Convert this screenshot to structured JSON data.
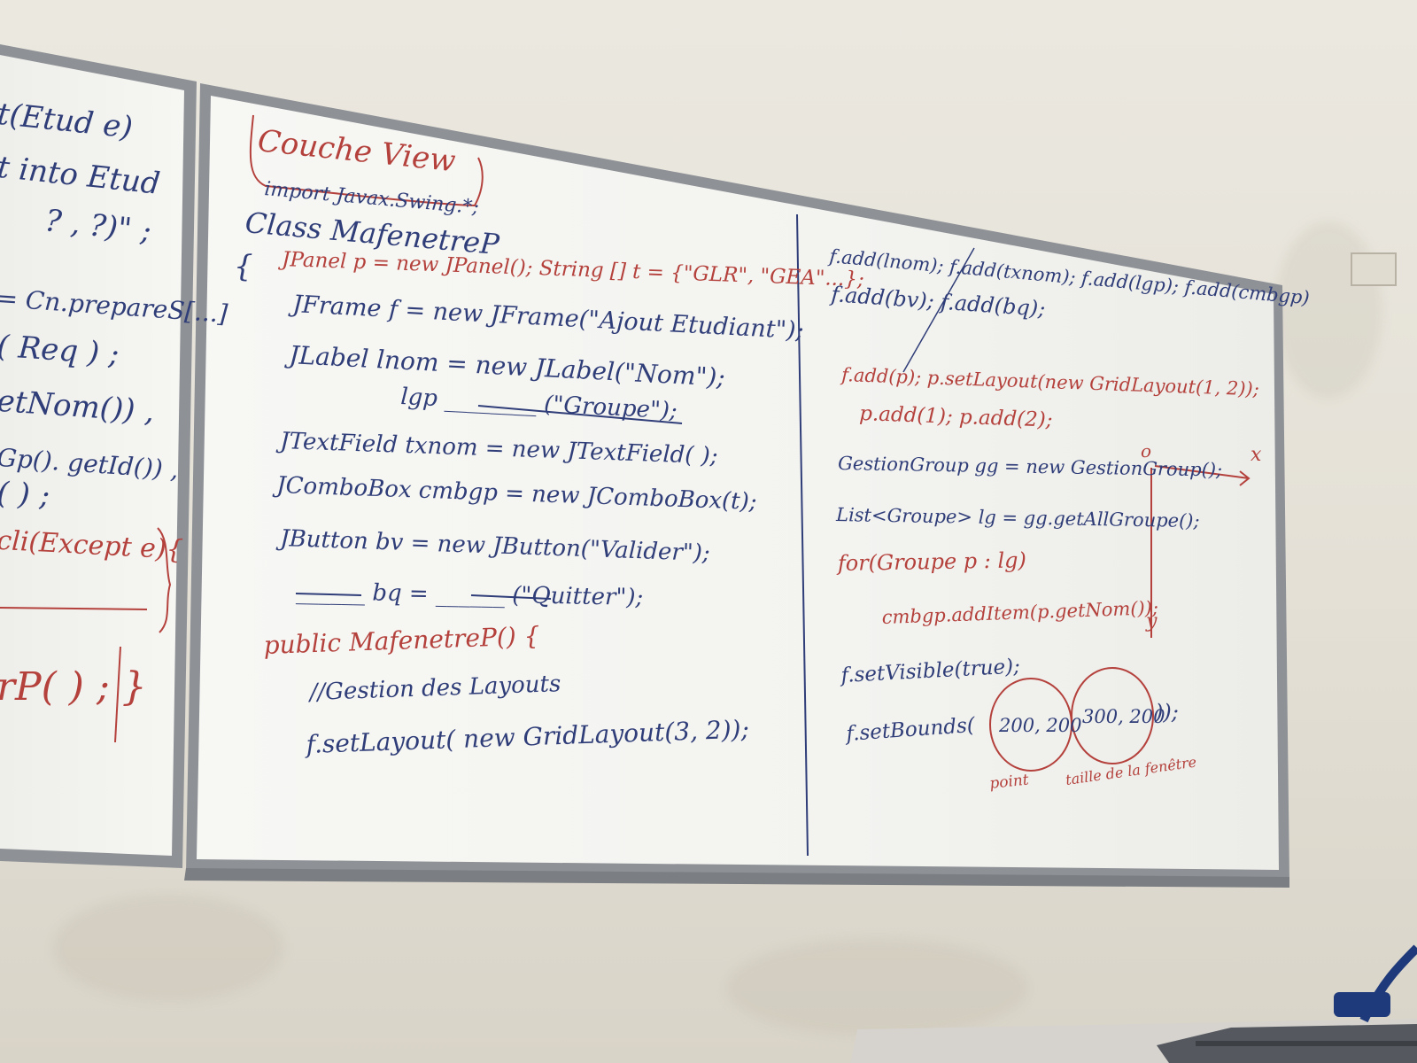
{
  "left_board": {
    "lines": [
      {
        "text": "t(Etud e)",
        "color": "blue"
      },
      {
        "text": "t into Etud",
        "color": "blue"
      },
      {
        "text": "? , ?)\" ;",
        "color": "blue"
      },
      {
        "text": "= Cn.prepareS[...]",
        "color": "blue"
      },
      {
        "text": "( Req ) ;",
        "color": "blue"
      },
      {
        "text": "etNom()) ,",
        "color": "blue"
      },
      {
        "text": "Gp(). getId()) ,",
        "color": "blue"
      },
      {
        "text": "( ) ;",
        "color": "blue"
      },
      {
        "text": "cli(Except e){",
        "color": "red"
      },
      {
        "text": "rP( ) ; }",
        "color": "red"
      }
    ]
  },
  "middle_board": {
    "title": "Couche View",
    "lines": [
      {
        "text": "import Javax.Swing.*;",
        "color": "blue"
      },
      {
        "text": "Class  MafenetreP",
        "color": "blue"
      },
      {
        "text": "{",
        "color": "blue"
      },
      {
        "text": "JPanel p = new JPanel();  String [] t = {\"GLR\", \"GEA\"...};",
        "color": "red"
      },
      {
        "text": "JFrame  f = new JFrame(\"Ajout Etudiant\");",
        "color": "blue"
      },
      {
        "text": "JLabel  lnom = new JLabel(\"Nom\");",
        "color": "blue"
      },
      {
        "text": "lgp  ________  (\"Groupe\");",
        "color": "blue"
      },
      {
        "text": "JTextField  txnom = new JTextField(  );",
        "color": "blue"
      },
      {
        "text": "JComboBox  cmbgp = new JComboBox(t);",
        "color": "blue"
      },
      {
        "text": "JButton  bv = new JButton(\"Valider\");",
        "color": "blue"
      },
      {
        "text": "______  bq = ______  (\"Quitter\");",
        "color": "blue"
      },
      {
        "text": "public  MafenetreP() {",
        "color": "red"
      },
      {
        "text": "//Gestion des Layouts",
        "color": "blue"
      },
      {
        "text": "f.setLayout( new GridLayout(3, 2));",
        "color": "blue"
      }
    ]
  },
  "right_board": {
    "lines": [
      {
        "text": "f.add(lnom);  f.add(txnom);  f.add(lgp);  f.add(cmbgp)",
        "color": "blue"
      },
      {
        "text": "f.add(bv);  f.add(bq);",
        "color": "blue"
      },
      {
        "text": "f.add(p);  p.setLayout(new GridLayout(1, 2));",
        "color": "red"
      },
      {
        "text": "p.add(1);  p.add(2);",
        "color": "red"
      },
      {
        "text": "GestionGroup gg = new GestionGroup();",
        "color": "blue"
      },
      {
        "text": "List<Groupe> lg = gg.getAllGroupe();",
        "color": "blue"
      },
      {
        "text": "for(Groupe p : lg)",
        "color": "red"
      },
      {
        "text": "cmbgp.addItem(p.getNom());",
        "color": "red"
      },
      {
        "text": "f.setVisible(true);",
        "color": "blue"
      },
      {
        "text": "f.setBounds(",
        "color": "blue"
      },
      {
        "text": "200, 200",
        "color": "blue"
      },
      {
        "text": "300, 200",
        "color": "blue"
      },
      {
        "text": "));",
        "color": "blue"
      },
      {
        "text": "point",
        "color": "red"
      },
      {
        "text": "taille de la fenêtre",
        "color": "red"
      },
      {
        "text": "o",
        "color": "red"
      },
      {
        "text": "x",
        "color": "red"
      },
      {
        "text": "y",
        "color": "red"
      }
    ]
  },
  "colors": {
    "marker_blue": "#2f3d78",
    "marker_red": "#b4413c",
    "board_white": "#f4f4f1",
    "frame_grey": "#8e9196",
    "wall": "#e6e2d8"
  }
}
